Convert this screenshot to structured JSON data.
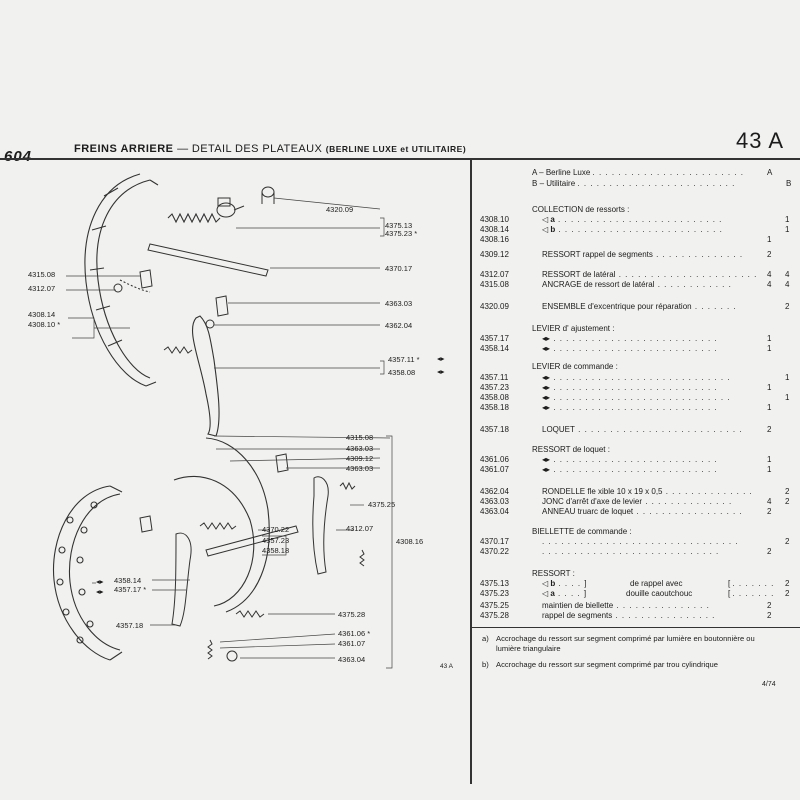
{
  "header": {
    "logo": "604",
    "title": "FREINS ARRIERE",
    "subtitle": "— DETAIL DES PLATEAUX",
    "paren": "(BERLINE LUXE et UTILITAIRE)",
    "page_code": "43 A"
  },
  "diagram": {
    "figure_ref": "43 A",
    "labels": {
      "l4320_09": "4320.09",
      "l4375_13": "4375.13",
      "l4375_23": "4375.23 *",
      "l4315_08_top": "4315.08",
      "l4312_07_top": "4312.07",
      "l4370_17": "4370.17",
      "l4308_14": "4308.14",
      "l4308_10": "4308.10 *",
      "l4363_03_top": "4363.03",
      "l4362_04": "4362.04",
      "l4357_11": "4357.11 *",
      "l4358_08": "4358.08",
      "l4315_08_b": "4315.08",
      "l4363_03_b": "4363.03",
      "l4309_12": "4309.12",
      "l4363_03_c": "4363.03",
      "l4375_25": "4375.25",
      "l4370_22": "4370.22",
      "l4357_23": "4357.23",
      "l4358_18": "4358.18",
      "l4312_07_b": "4312.07",
      "l4308_16": "4308.16",
      "l4358_14": "4358.14",
      "l4357_17": "4357.17 *",
      "l4375_28": "4375.28",
      "l4357_18": "4357.18",
      "l4361_06": "4361.06 *",
      "l4361_07": "4361.07",
      "l4363_04": "4363.04"
    }
  },
  "legend": [
    {
      "code": "A",
      "text": "– Berline Luxe",
      "col": "A"
    },
    {
      "code": "B",
      "text": "– Utilitaire",
      "col": "B"
    }
  ],
  "parts": {
    "collection": {
      "title": "COLLECTION de ressorts :",
      "rows": [
        {
          "ref": "4308.10",
          "desc": "a",
          "qa": "",
          "qb": "1"
        },
        {
          "ref": "4308.14",
          "desc": "b",
          "qa": "",
          "qb": "1"
        },
        {
          "ref": "4308.16",
          "desc": "",
          "qa": "1",
          "qb": ""
        }
      ]
    },
    "r4309": {
      "ref": "4309.12",
      "desc": "RESSORT rappel de segments",
      "qa": "2",
      "qb": ""
    },
    "r4312": {
      "ref": "4312.07",
      "desc": "RESSORT de latéral",
      "qa": "4",
      "qb": "4"
    },
    "r4315": {
      "ref": "4315.08",
      "desc": "ANCRAGE de ressort de latéral",
      "qa": "4",
      "qb": "4"
    },
    "r4320": {
      "ref": "4320.09",
      "desc": "ENSEMBLE d'excentrique pour réparation",
      "qa": "",
      "qb": "2"
    },
    "levier_ajust": {
      "title": "LEVIER d' ajustement :",
      "rows": [
        {
          "ref": "4357.17",
          "qa": "1",
          "qb": ""
        },
        {
          "ref": "4358.14",
          "qa": "1",
          "qb": ""
        }
      ]
    },
    "levier_cmd": {
      "title": "LEVIER de commande :",
      "rows": [
        {
          "ref": "4357.11",
          "qa": "",
          "qb": "1"
        },
        {
          "ref": "4357.23",
          "qa": "1",
          "qb": ""
        },
        {
          "ref": "4358.08",
          "qa": "",
          "qb": "1"
        },
        {
          "ref": "4358.18",
          "qa": "1",
          "qb": ""
        }
      ]
    },
    "loquet": {
      "ref": "4357.18",
      "desc": "LOQUET",
      "qa": "2",
      "qb": ""
    },
    "ressort_loquet": {
      "title": "RESSORT de loquet :",
      "rows": [
        {
          "ref": "4361.06",
          "qa": "",
          "qb": "1"
        },
        {
          "ref": "4361.07",
          "qa": "1",
          "qb": ""
        }
      ]
    },
    "r4362": {
      "ref": "4362.04",
      "desc": "RONDELLE fle xible 10 x 19 x 0,5",
      "qa": "",
      "qb": "2"
    },
    "r4363_03": {
      "ref": "4363.03",
      "desc": "JONC d'arrêt d'axe de levier",
      "qa": "4",
      "qb": "2"
    },
    "r4363_04": {
      "ref": "4363.04",
      "desc": "ANNEAU truarc de loquet",
      "qa": "2",
      "qb": ""
    },
    "biellette": {
      "title": "BIELLETTE de commande :",
      "rows": [
        {
          "ref": "4370.17",
          "qa": "",
          "qb": "2"
        },
        {
          "ref": "4370.22",
          "qa": "2",
          "qb": ""
        }
      ]
    },
    "ressort": {
      "title": "RESSORT :",
      "r1": {
        "ref": "4375.13",
        "code": "b",
        "mid": "de rappel avec",
        "qa": "",
        "qb": "2"
      },
      "r2": {
        "ref": "4375.23",
        "code": "a",
        "mid": "douille caoutchouc",
        "qa": "",
        "qb": "2"
      },
      "r3": {
        "ref": "4375.25",
        "desc": "maintien de biellette",
        "qa": "2",
        "qb": ""
      },
      "r4": {
        "ref": "4375.28",
        "desc": "rappel de segments",
        "qa": "2",
        "qb": ""
      }
    }
  },
  "notes": {
    "a_key": "a)",
    "a_text": "Accrochage du ressort sur segment comprimé par lumière en boutonnière ou lumière triangulaire",
    "b_key": "b)",
    "b_text": "Accrochage du ressort sur segment comprimé par trou cylindrique"
  },
  "footer": {
    "page": "4/74"
  }
}
